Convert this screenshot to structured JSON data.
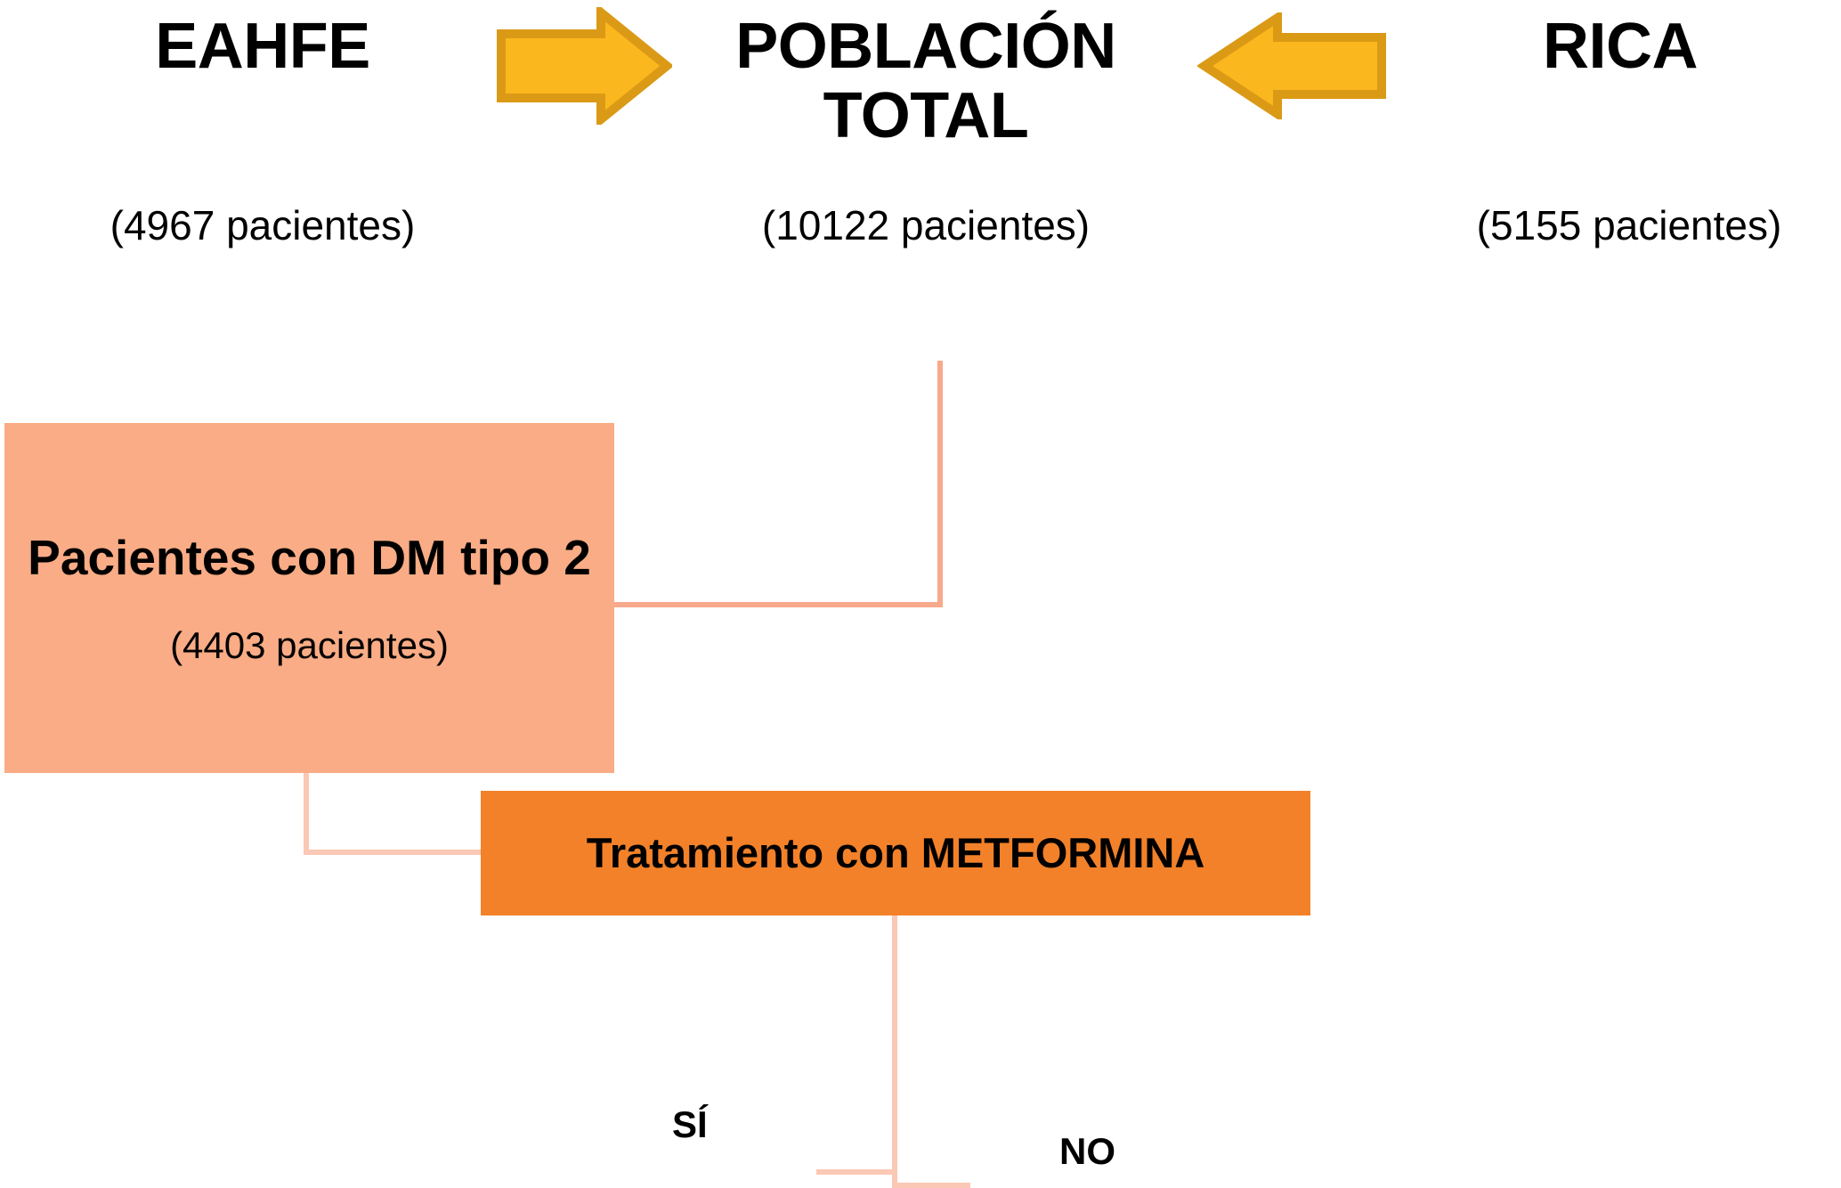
{
  "header": {
    "left": {
      "title": "EAHFE",
      "subtitle": "(4967 pacientes)"
    },
    "center": {
      "title": "POBLACIÓN TOTAL",
      "subtitle": "(10122 pacientes)"
    },
    "right": {
      "title": "RICA",
      "subtitle": "(5155 pacientes)"
    },
    "arrow_left_to_center": "arrow-right-icon",
    "arrow_right_to_center": "arrow-left-icon"
  },
  "nodes": {
    "dm": {
      "title": "Pacientes con DM tipo 2",
      "subtitle": "(4403 pacientes)",
      "fill": "#F9AC85"
    },
    "metformina": {
      "title": "Tratamiento con METFORMINA",
      "fill": "#F28129"
    }
  },
  "branches": {
    "yes_label": "SÍ",
    "no_label": "NO"
  },
  "colors": {
    "arrow_fill": "#FBB71E",
    "arrow_stroke": "#DB9A16",
    "connector": "#F7A98B",
    "connector_light": "#FAC8B4",
    "box_pink": "#F9AC85",
    "box_orange": "#F28129",
    "background": "#FFFFFF",
    "text": "#000000"
  }
}
